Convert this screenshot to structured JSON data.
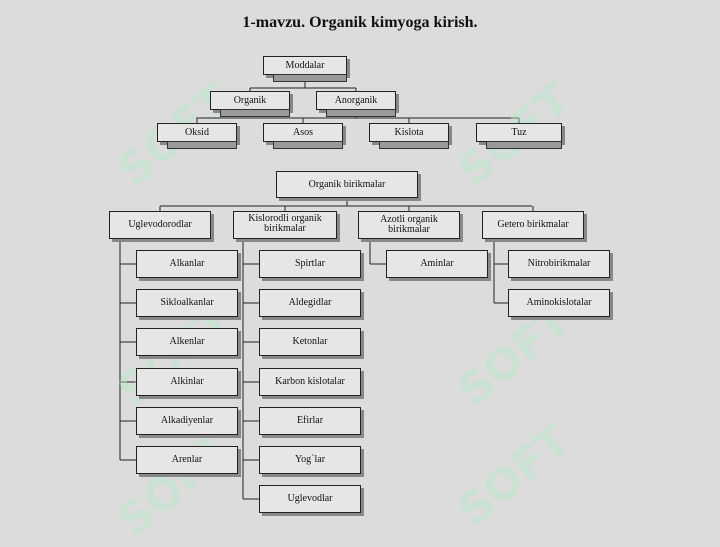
{
  "title": "1-mavzu. Organik kimyoga kirish.",
  "watermark": "SOFT",
  "top_tree": {
    "root": "Moddalar",
    "level1": [
      "Organik",
      "Anorganik"
    ],
    "level2": [
      "Oksid",
      "Asos",
      "Kislota",
      "Tuz"
    ]
  },
  "organic_tree": {
    "root": "Organik birikmalar",
    "groups": [
      {
        "label": "Uglevodorodlar",
        "children": [
          "Alkanlar",
          "Sikloalkanlar",
          "Alkenlar",
          "Alkinlar",
          "Alkadiyenlar",
          "Arenlar"
        ]
      },
      {
        "label": "Kislorodli organik birikmalar",
        "children": [
          "Spirtlar",
          "Aldegidlar",
          "Ketonlar",
          "Karbon kislotalar",
          "Efirlar",
          "Yog`lar",
          "Uglevodlar"
        ]
      },
      {
        "label": "Azotli organik birikmalar",
        "children": [
          "Aminlar"
        ]
      },
      {
        "label": "Getero birikmalar",
        "children": [
          "Nitrobirikmalar",
          "Aminokislotalar"
        ]
      }
    ]
  }
}
